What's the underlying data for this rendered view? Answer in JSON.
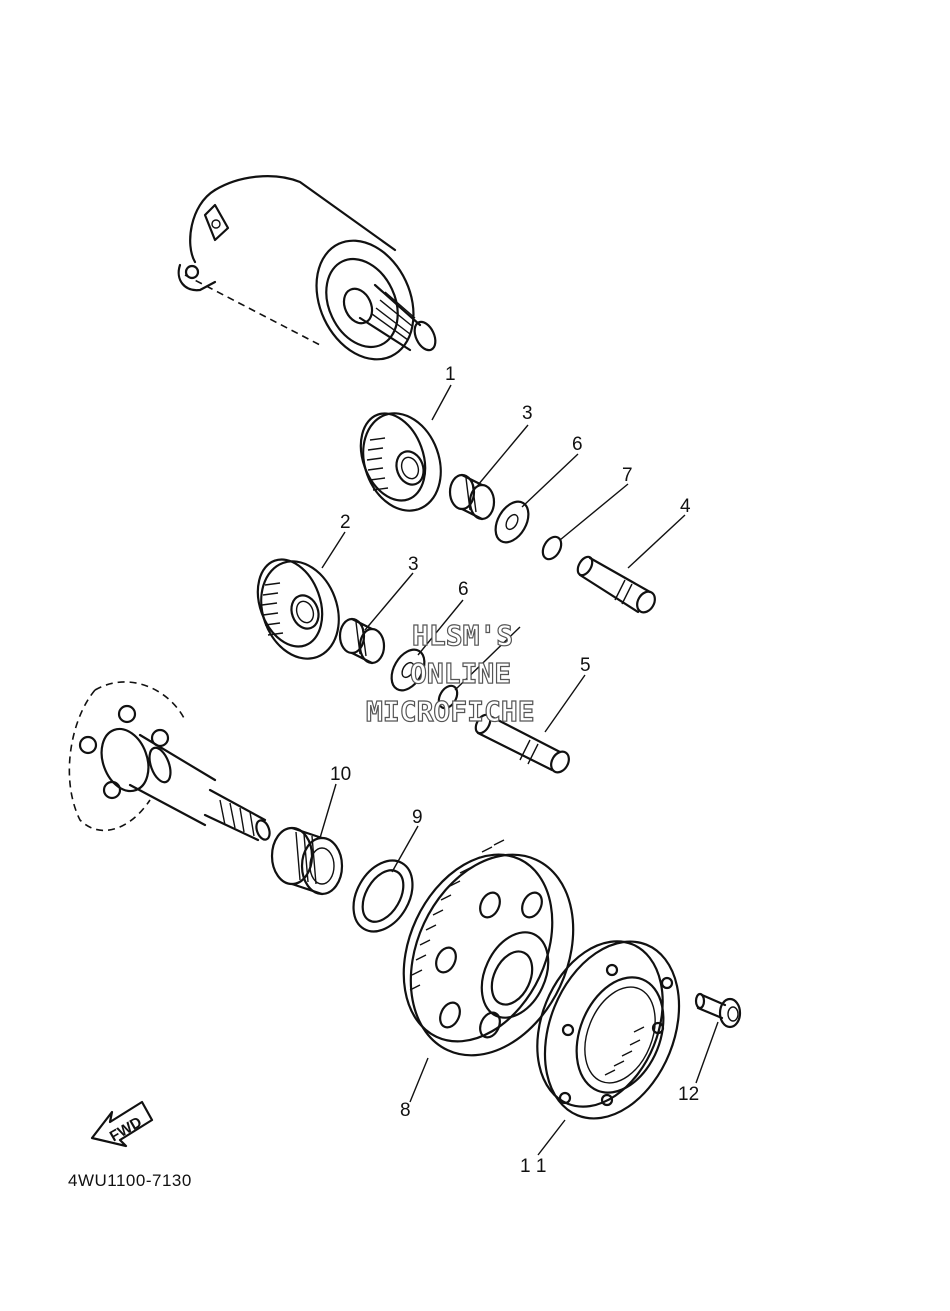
{
  "labels": {
    "l1": "1",
    "l2": "2",
    "l3a": "3",
    "l3b": "3",
    "l4": "4",
    "l5": "5",
    "l6a": "6",
    "l6b": "6",
    "l7": "7",
    "l8": "8",
    "l9": "9",
    "l10": "10",
    "l11": "1 1",
    "l12": "12"
  },
  "part_number": "4WU1100-7130",
  "fwd": "FWD",
  "watermark": {
    "line1": "HLSM'S",
    "line2": "ONLINE",
    "line3": "MICROFICHE"
  }
}
